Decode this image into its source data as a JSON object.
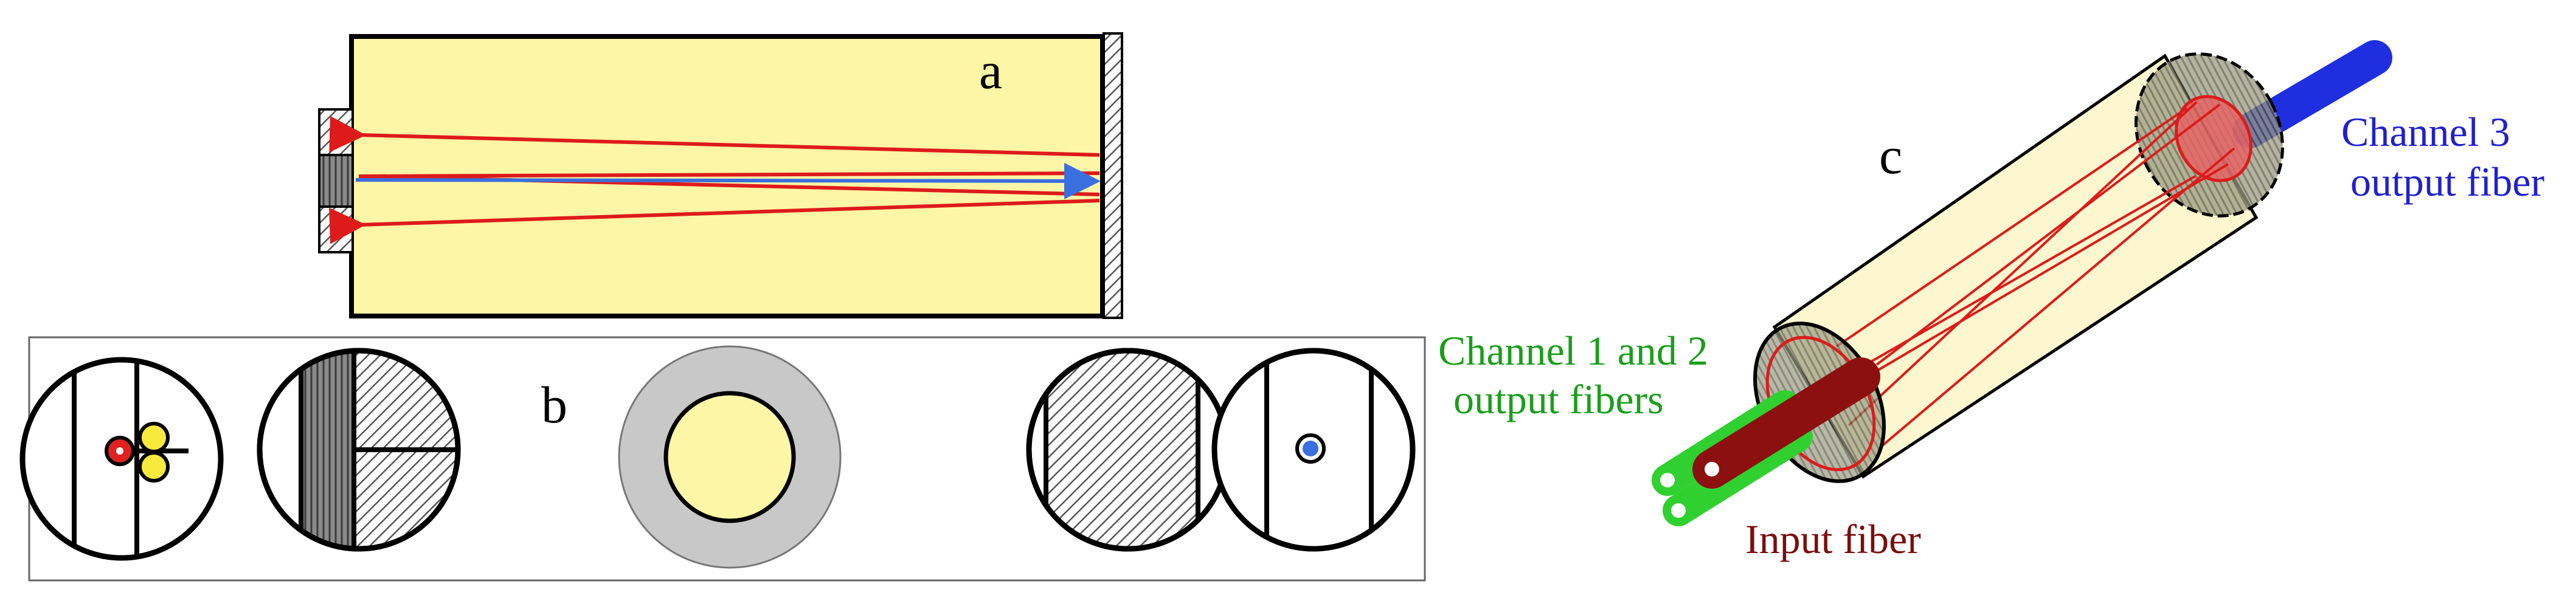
{
  "panels": {
    "a": {
      "label": "a"
    },
    "b": {
      "label": "b"
    },
    "c": {
      "label": "c",
      "channel_3_line1": "Channel 3",
      "channel_3_line2": "output fiber",
      "channel_12_line1": "Channel 1 and 2",
      "channel_12_line2": "output fibers",
      "input_fiber": "Input fiber"
    }
  },
  "colors": {
    "cavity_fill": "#fdf6a6",
    "ray_red": "#dd1b1b",
    "ray_blue": "#3a6fe0",
    "ring_gray": "#c8c8c8",
    "fiber_dark_red": "#8c1010",
    "fiber_green": "#2fd02f",
    "fiber_blue": "#1f2fe0",
    "text_green": "#1a9e1a",
    "text_blue": "#2020d0",
    "text_dark_red": "#7a0e0e"
  }
}
